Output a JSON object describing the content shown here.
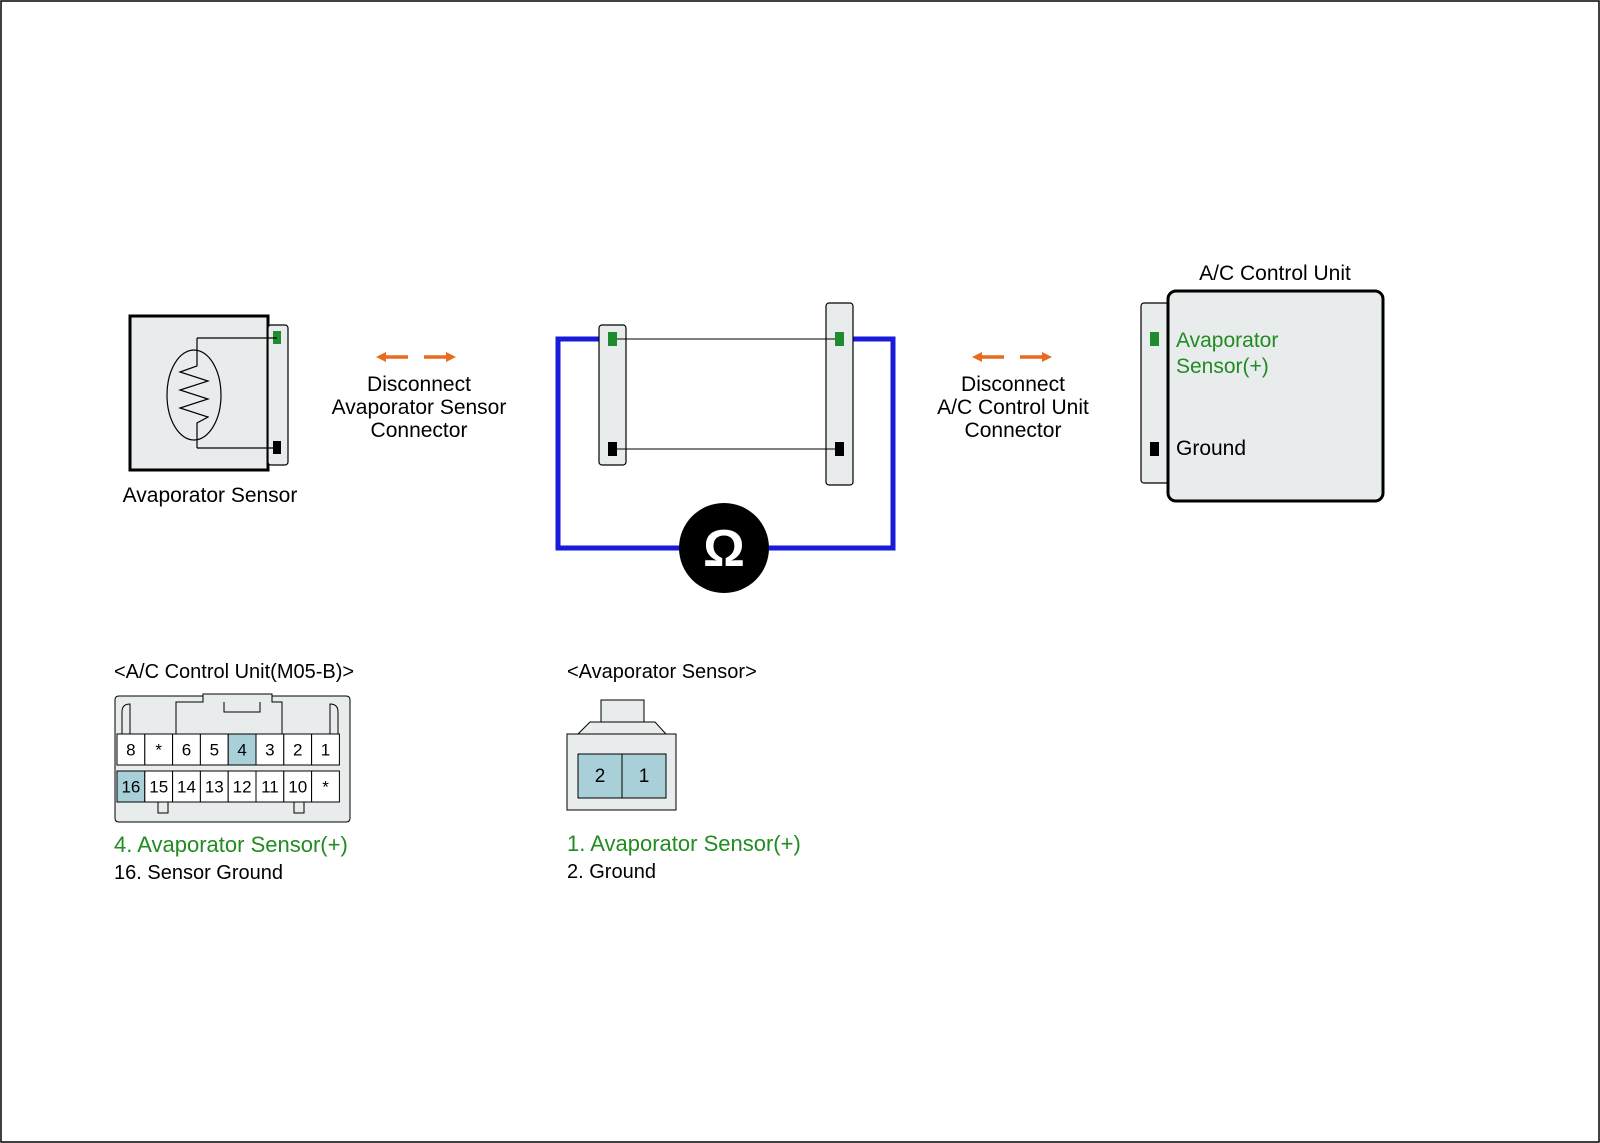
{
  "colors": {
    "border": "#000000",
    "wire": "#1a1adb",
    "arrow": "#ea6a1f",
    "green_text": "#228b22",
    "pin_green": "#1e8c2e",
    "pin_black": "#000000",
    "body_fill": "#e8ecec",
    "pin_highlight": "#a9cfd8",
    "meter": "#000000"
  },
  "evaporator_sensor": {
    "label": "Avaporator Sensor",
    "symbol": "thermistor-icon"
  },
  "disconnect_left": {
    "lines": [
      "Disconnect",
      "Avaporator Sensor",
      "Connector"
    ]
  },
  "disconnect_right": {
    "lines": [
      "Disconnect",
      "A/C Control Unit",
      "Connector"
    ]
  },
  "ohmmeter": {
    "symbol": "Ω"
  },
  "control_unit": {
    "title": "A/C Control Unit",
    "pin_sensor_lines": [
      "Avaporator",
      "Sensor(+)"
    ],
    "pin_ground": "Ground"
  },
  "connector_acu": {
    "title": "<A/C Control Unit(M05-B)>",
    "row1": [
      "8",
      "*",
      "6",
      "5",
      "4",
      "3",
      "2",
      "1"
    ],
    "row2": [
      "16",
      "15",
      "14",
      "13",
      "12",
      "11",
      "10",
      "*"
    ],
    "highlighted": [
      "4",
      "16"
    ],
    "legend_sensor": "4. Avaporator Sensor(+)",
    "legend_ground": "16. Sensor Ground"
  },
  "connector_sensor": {
    "title": "<Avaporator Sensor>",
    "pins": [
      "2",
      "1"
    ],
    "legend_sensor": "1. Avaporator Sensor(+)",
    "legend_ground": "2. Ground"
  }
}
